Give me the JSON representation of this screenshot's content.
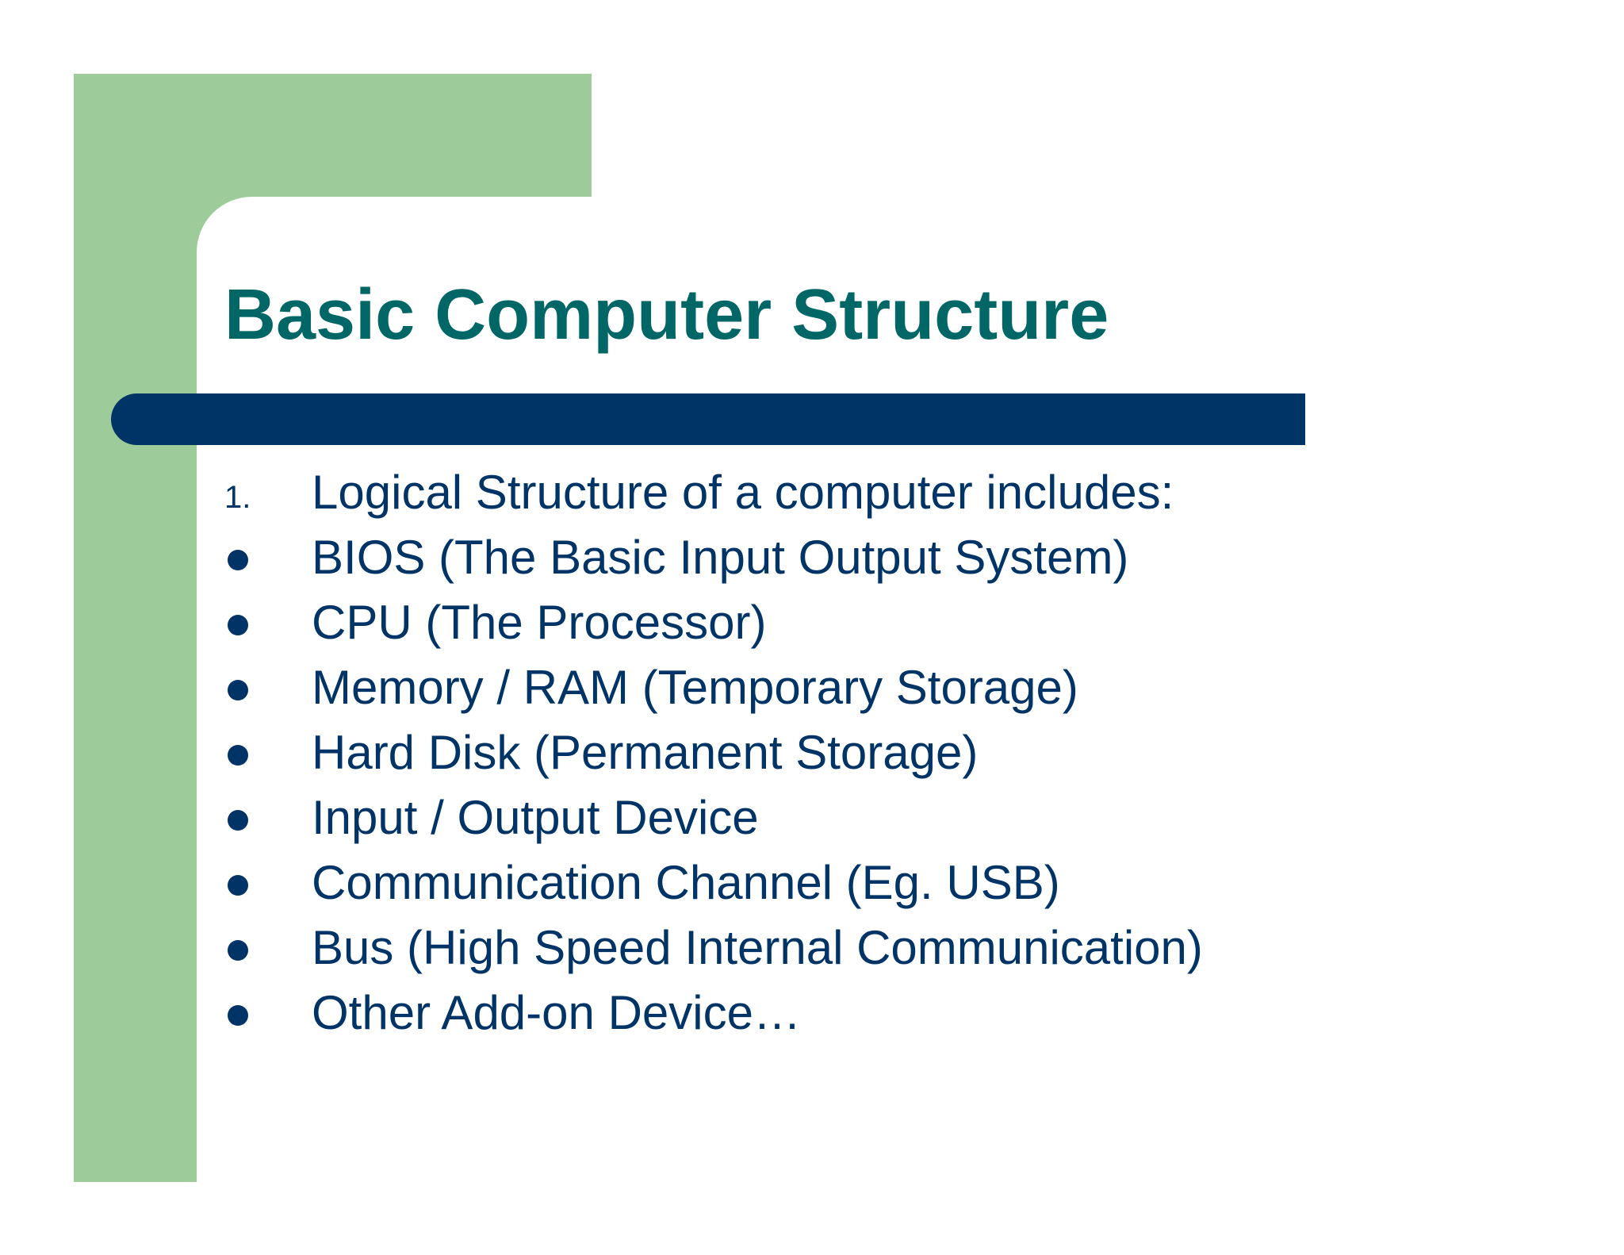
{
  "slide": {
    "title": "Basic Computer Structure",
    "colors": {
      "frame": "#9dcc9a",
      "bar": "#003366",
      "title": "#006666",
      "text": "#003366"
    },
    "items": [
      {
        "marker": "1.",
        "text": "Logical Structure of a computer includes:"
      },
      {
        "marker": "bullet",
        "text": "BIOS (The Basic Input Output System)"
      },
      {
        "marker": "bullet",
        "text": "CPU (The Processor)"
      },
      {
        "marker": "bullet",
        "text": "Memory / RAM (Temporary Storage)"
      },
      {
        "marker": "bullet",
        "text": "Hard Disk (Permanent Storage)"
      },
      {
        "marker": "bullet",
        "text": "Input / Output Device"
      },
      {
        "marker": "bullet",
        "text": "Communication Channel (Eg. USB)"
      },
      {
        "marker": "bullet",
        "text": "Bus (High Speed Internal Communication)"
      },
      {
        "marker": "bullet",
        "text": "Other Add-on Device…"
      }
    ]
  }
}
